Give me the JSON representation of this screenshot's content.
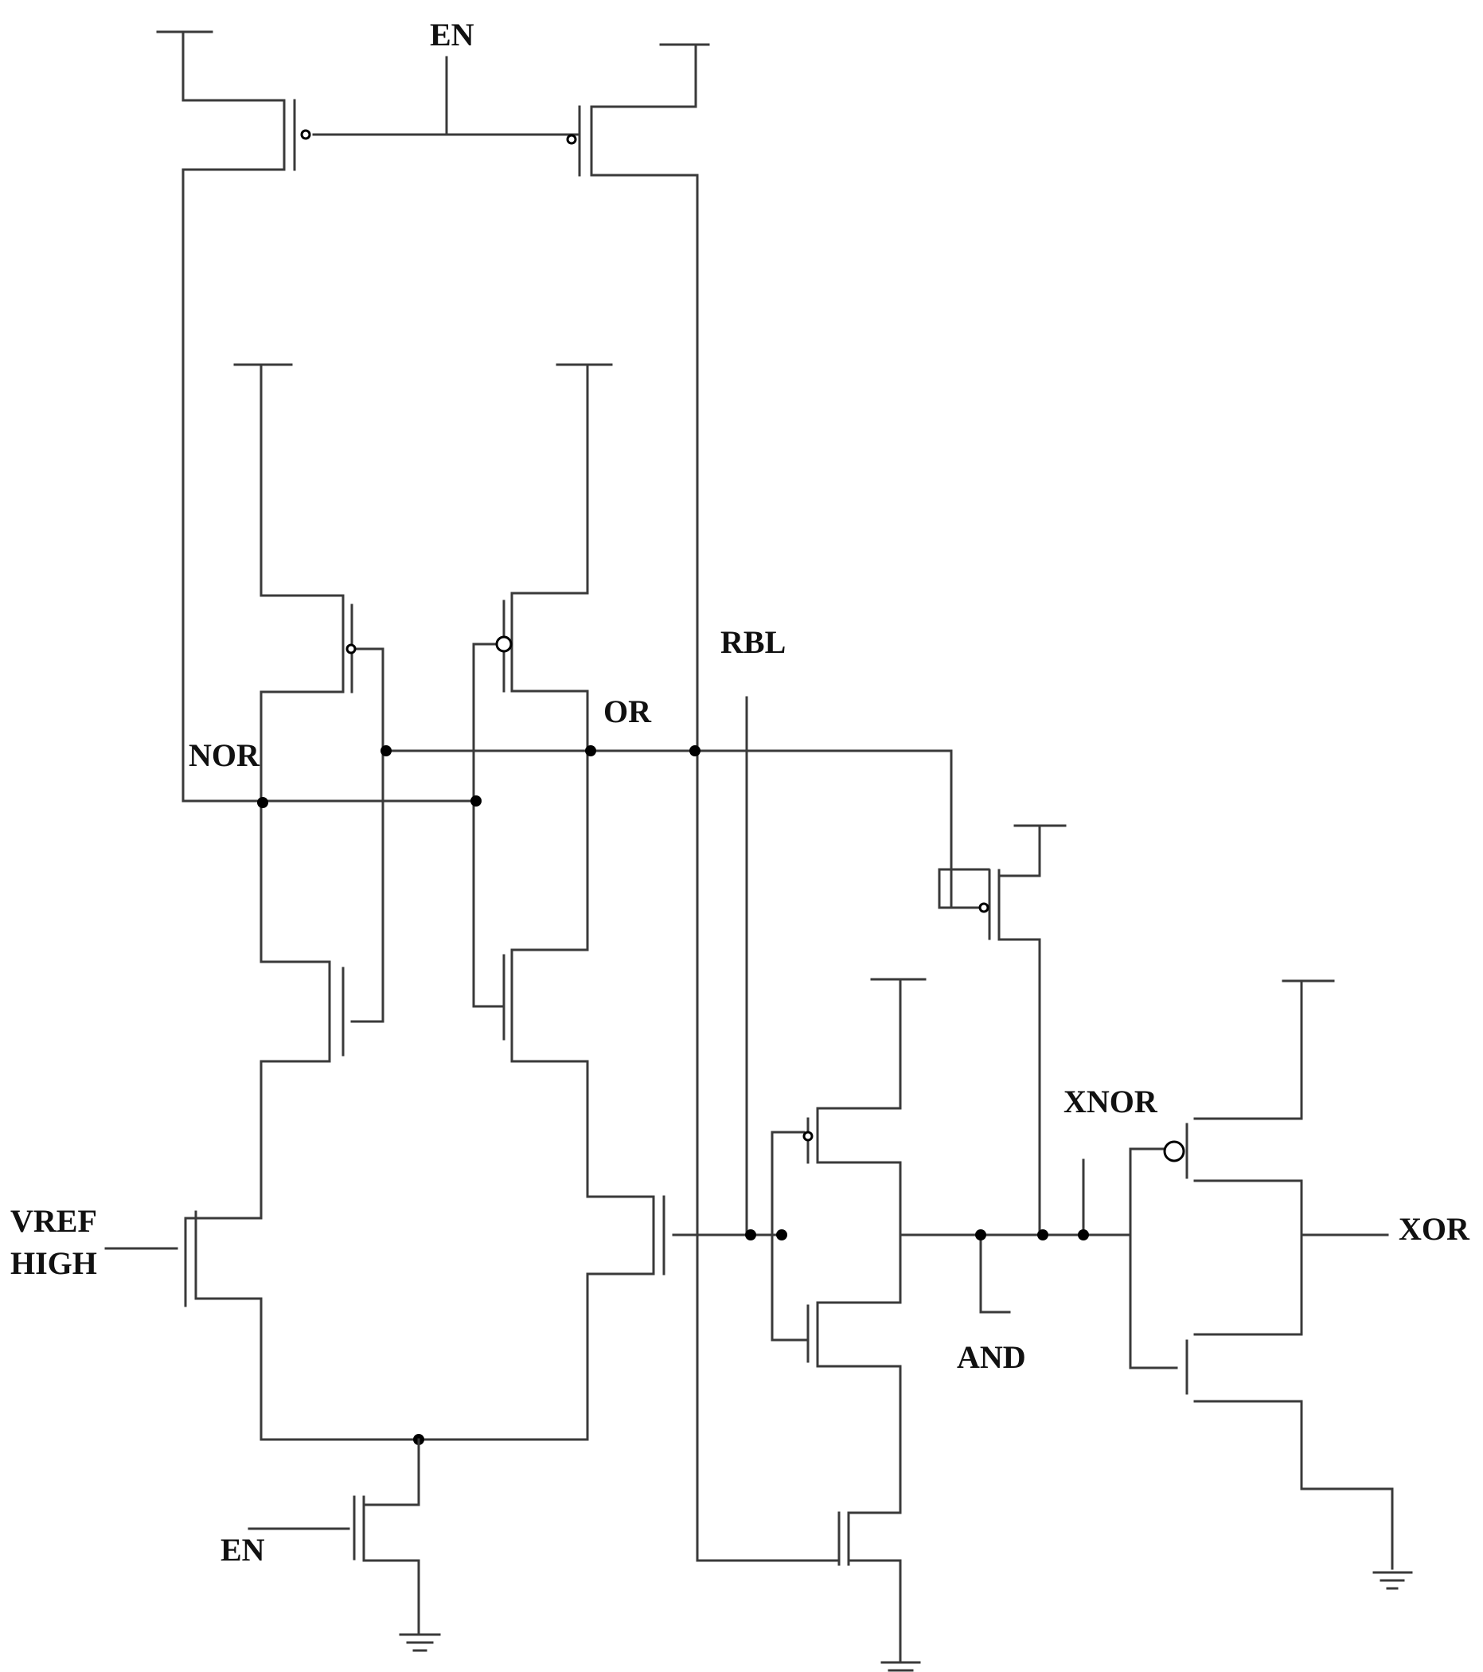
{
  "labels": {
    "en_top": "EN",
    "rbl": "RBL",
    "or": "OR",
    "nor": "NOR",
    "xnor": "XNOR",
    "vref_line1": "VREF",
    "vref_line2": "HIGH",
    "xor": "XOR",
    "and": "AND",
    "en_bottom": "EN"
  },
  "colors": {
    "wire": "#3a3a3a",
    "text": "#111111",
    "background": "#ffffff"
  }
}
